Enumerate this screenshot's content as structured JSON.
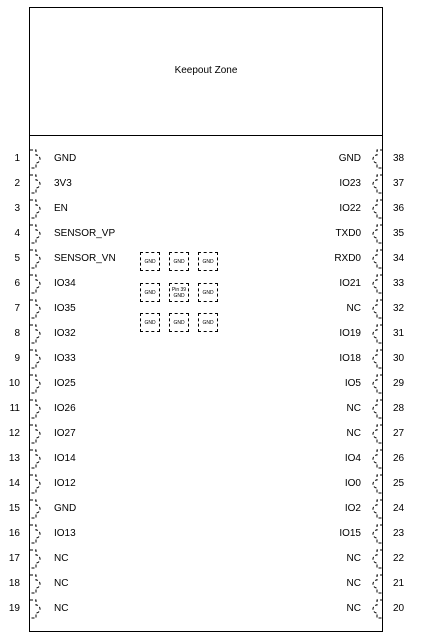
{
  "keepout_label": "Keepout Zone",
  "left_pins": [
    {
      "num": "1",
      "name": "GND"
    },
    {
      "num": "2",
      "name": "3V3"
    },
    {
      "num": "3",
      "name": "EN"
    },
    {
      "num": "4",
      "name": "SENSOR_VP"
    },
    {
      "num": "5",
      "name": "SENSOR_VN"
    },
    {
      "num": "6",
      "name": "IO34"
    },
    {
      "num": "7",
      "name": "IO35"
    },
    {
      "num": "8",
      "name": "IO32"
    },
    {
      "num": "9",
      "name": "IO33"
    },
    {
      "num": "10",
      "name": "IO25"
    },
    {
      "num": "11",
      "name": "IO26"
    },
    {
      "num": "12",
      "name": "IO27"
    },
    {
      "num": "13",
      "name": "IO14"
    },
    {
      "num": "14",
      "name": "IO12"
    },
    {
      "num": "15",
      "name": "GND"
    },
    {
      "num": "16",
      "name": "IO13"
    },
    {
      "num": "17",
      "name": "NC"
    },
    {
      "num": "18",
      "name": "NC"
    },
    {
      "num": "19",
      "name": "NC"
    }
  ],
  "right_pins": [
    {
      "num": "38",
      "name": "GND"
    },
    {
      "num": "37",
      "name": "IO23"
    },
    {
      "num": "36",
      "name": "IO22"
    },
    {
      "num": "35",
      "name": "TXD0"
    },
    {
      "num": "34",
      "name": "RXD0"
    },
    {
      "num": "33",
      "name": "IO21"
    },
    {
      "num": "32",
      "name": "NC"
    },
    {
      "num": "31",
      "name": "IO19"
    },
    {
      "num": "30",
      "name": "IO18"
    },
    {
      "num": "29",
      "name": "IO5"
    },
    {
      "num": "28",
      "name": "NC"
    },
    {
      "num": "27",
      "name": "NC"
    },
    {
      "num": "26",
      "name": "IO4"
    },
    {
      "num": "25",
      "name": "IO0"
    },
    {
      "num": "24",
      "name": "IO2"
    },
    {
      "num": "23",
      "name": "IO15"
    },
    {
      "num": "22",
      "name": "NC"
    },
    {
      "num": "21",
      "name": "NC"
    },
    {
      "num": "20",
      "name": "NC"
    }
  ],
  "center_pads": [
    [
      "GND"
    ],
    [
      "GND"
    ],
    [
      "GND"
    ],
    [
      "GND"
    ],
    [
      "Pin 39",
      "GND"
    ],
    [
      "GND"
    ],
    [
      "GND"
    ],
    [
      "GND"
    ],
    [
      "GND"
    ]
  ]
}
